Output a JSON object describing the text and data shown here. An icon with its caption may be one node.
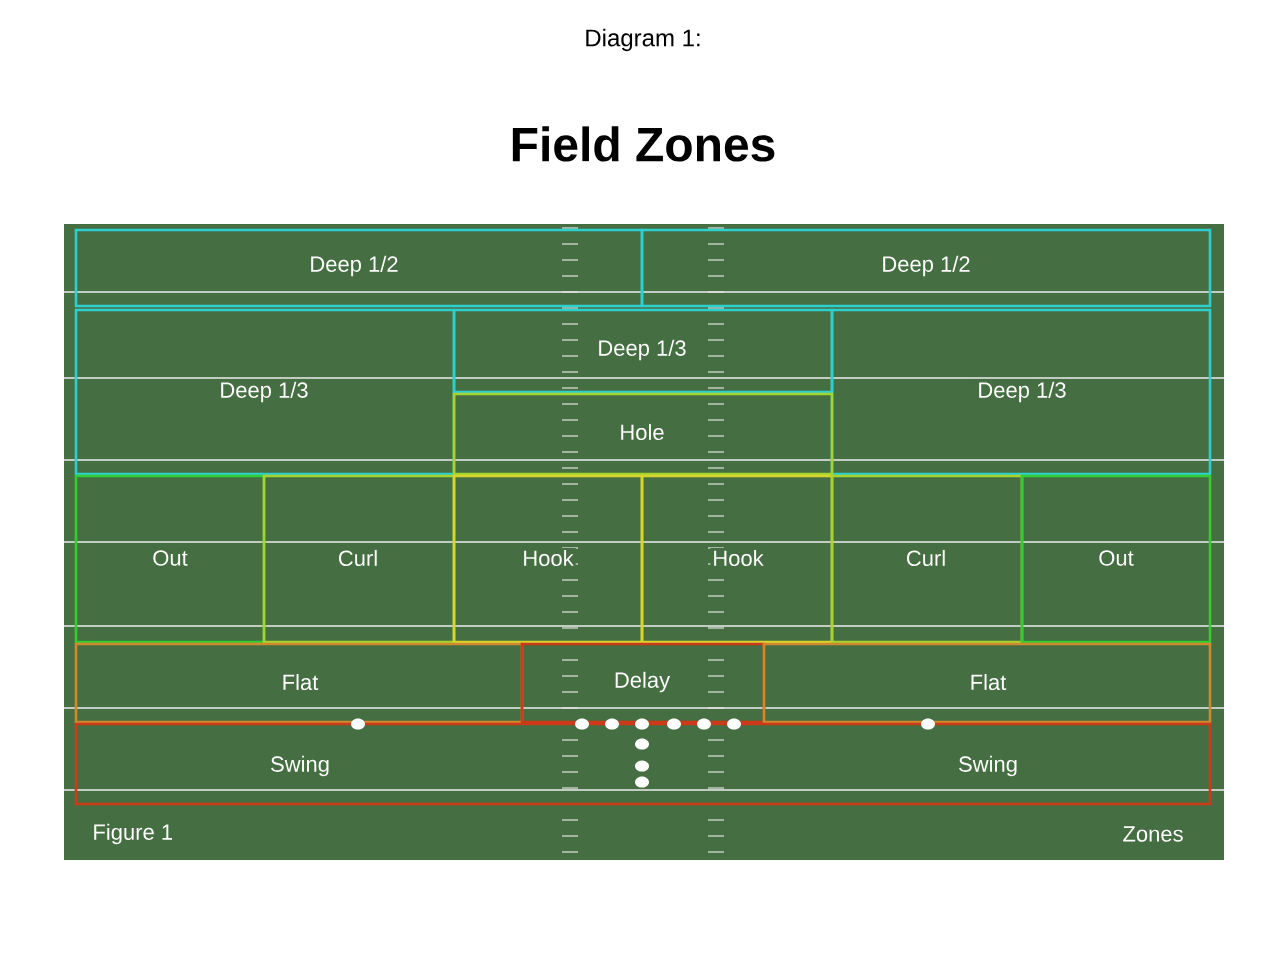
{
  "diagram": {
    "title": "Field Zones",
    "nodes": [
      {
        "text": [
          "Deep 1/2"
        ]
      },
      {
        "text": [
          "Deep 1/2"
        ]
      },
      {
        "text": [
          "Deep 1/3"
        ]
      },
      {
        "text": [
          "Deep 1/3"
        ]
      },
      {
        "text": [
          "Deep 1/3"
        ]
      },
      {
        "text": [
          "Hole"
        ]
      },
      {
        "text": [
          "Out"
        ]
      },
      {
        "text": [
          "Curl"
        ]
      },
      {
        "text": [
          "Hook"
        ]
      },
      {
        "text": [
          "Hook"
        ]
      },
      {
        "text": [
          "Curl"
        ]
      },
      {
        "text": [
          "Out"
        ]
      },
      {
        "text": [
          "Flat"
        ]
      },
      {
        "text": [
          "Delay"
        ]
      },
      {
        "text": [
          "Flat"
        ]
      },
      {
        "text": [
          "Swing",
          "Swing"
        ]
      }
    ],
    "labels": [
      "Diagram 1:",
      "Figure 1",
      "Zones"
    ]
  }
}
